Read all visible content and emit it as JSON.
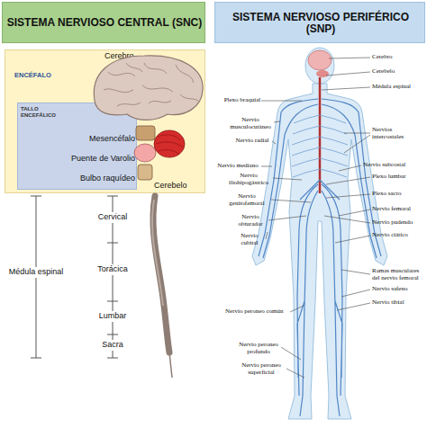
{
  "diagram": {
    "nodes": [
      {
        "text": [
          "SISTEMA NERVIOSO CENTRAL (SNC)"
        ]
      },
      {
        "text": [
          "SISTEMA NERVIOSO PERIFÉRICO (SNP)"
        ]
      },
      {
        "text": [
          "ENCÉFALO",
          "Cerebro",
          "Cerebelo"
        ]
      },
      {
        "text": [
          "TALLO ENCEFÁLICO",
          "Mesencéfalo",
          "Puente de Varolio",
          "Bulbo raquídeo"
        ],
        "in": 2
      }
    ],
    "labels": [
      "Médula espinal",
      "Cervical",
      "Torácica",
      "Lumbar",
      "Sacra",
      "Cerebro",
      "Cerebelo",
      "Médula espinal",
      "Plexo braquial",
      "Nervio musculocutáneo",
      "Nervio radial",
      "Nervios intercostales",
      "Nervio mediano",
      "Nervio subcostal",
      "Nervio iliohipogástrico",
      "Plexo lumbar",
      "Nervio genitofemoral",
      "Plexo sacro",
      "Nervio obturador",
      "Nervio femoral",
      "Nervio cubital",
      "Nervio pudendo",
      "Nervio ciático",
      "Ramas musculares del nervio femoral",
      "Nervio safeno",
      "Nervio tibial",
      "Nervio peroneo común",
      "Nervio peroneo profundo",
      "Nervio peroneo superficial"
    ]
  }
}
